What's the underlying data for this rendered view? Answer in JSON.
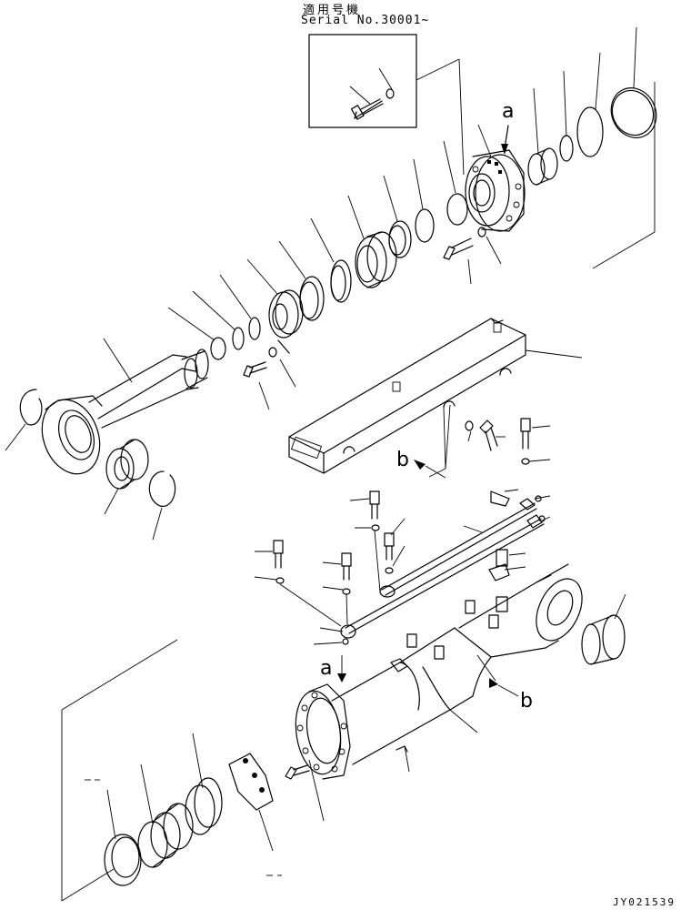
{
  "header": {
    "serial_label_jp": "適用号機",
    "serial_number": "Serial No.30001~"
  },
  "callouts": {
    "a_top": "a",
    "b_top": "b",
    "a_bottom": "a",
    "b_bottom": "b"
  },
  "drawing_code": "JY021539"
}
